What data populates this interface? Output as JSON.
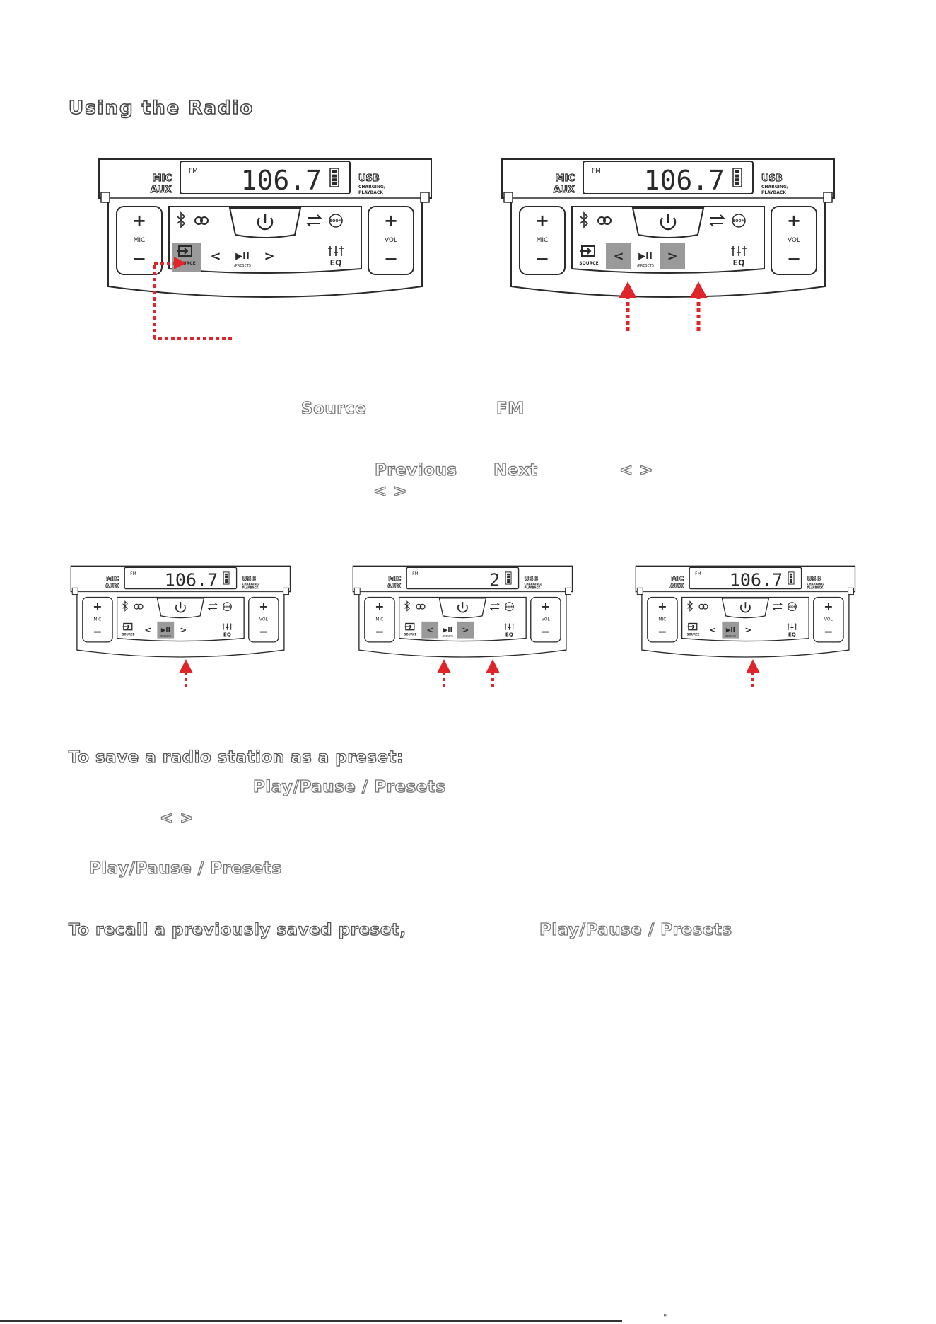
{
  "title": "Using the Radio",
  "keywords": {
    "source": "Source",
    "fm": "FM",
    "previous": "Previous",
    "next": "Next",
    "arrows_1": "< >",
    "arrows_2": "< >",
    "arrows_3": "< >",
    "play_pause_presets_1": "Play/Pause / Presets",
    "play_pause_presets_2": "Play/Pause / Presets",
    "play_pause_presets_3": "Play/Pause / Presets"
  },
  "save_heading": "To save a radio station as a preset:",
  "recall_heading": "To recall a previously saved preset,",
  "panel": {
    "band": "FM",
    "left_jack_1": "MIC",
    "left_jack_2": "AUX",
    "right_jack_1": "USB",
    "right_jack_2": "CHARGING/",
    "right_jack_3": "PLAYBACK",
    "mic_label": "MIC",
    "vol_label": "VOL",
    "source_label": "SOURCE",
    "presets_label": "/PRESETS",
    "eq_label": "EQ",
    "boom_label": "BOOM",
    "plus": "+",
    "minus": "−",
    "prev_glyph": "<",
    "next_glyph": ">",
    "play_glyph": "▶II"
  },
  "displays": {
    "panel_1": "106.7",
    "panel_2": "106.7",
    "panel_3": "106.7",
    "panel_4": "2",
    "panel_5": "106.7"
  },
  "colors": {
    "arrow": "#e0252a",
    "highlight": "#9a9a9a",
    "outline": "#2a2a2a"
  },
  "footer_mark": "\""
}
